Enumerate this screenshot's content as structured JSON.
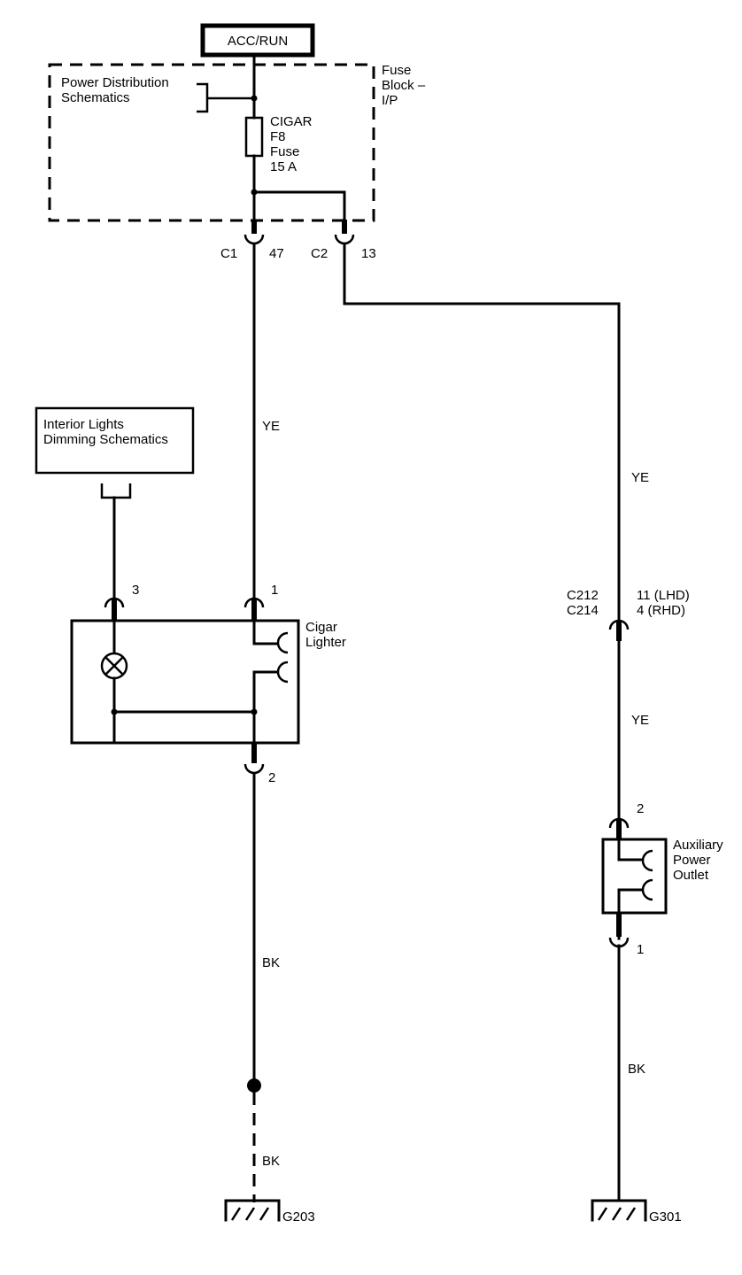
{
  "header": {
    "power_source": "ACC/RUN"
  },
  "fuse_block": {
    "title_lines": [
      "Fuse",
      "Block –",
      "I/P"
    ],
    "ref_lines": [
      "Power Distribution",
      "Schematics"
    ],
    "fuse_lines": [
      "CIGAR",
      "F8",
      "Fuse",
      "15 A"
    ]
  },
  "connectors": {
    "c1": "C1",
    "c1_pin": "47",
    "c2": "C2",
    "c2_pin": "13",
    "c212": "C212",
    "c212_pin": "11 (LHD)",
    "c214": "C214",
    "c214_pin": "4 (RHD)"
  },
  "wires": {
    "ye_left": "YE",
    "ye_right_top": "YE",
    "ye_right_mid": "YE",
    "bk_left_upper": "BK",
    "bk_left_lower": "BK",
    "bk_right": "BK"
  },
  "dimming_ref": {
    "lines": [
      "Interior Lights",
      "Dimming Schematics"
    ]
  },
  "cigar_lighter": {
    "label_lines": [
      "Cigar",
      "Lighter"
    ],
    "pin_in": "1",
    "pin_lamp": "3",
    "pin_ground": "2"
  },
  "aux_outlet": {
    "label_lines": [
      "Auxiliary",
      "Power",
      "Outlet"
    ],
    "pin_in": "2",
    "pin_ground": "1"
  },
  "grounds": {
    "left": "G203",
    "right": "G301"
  }
}
